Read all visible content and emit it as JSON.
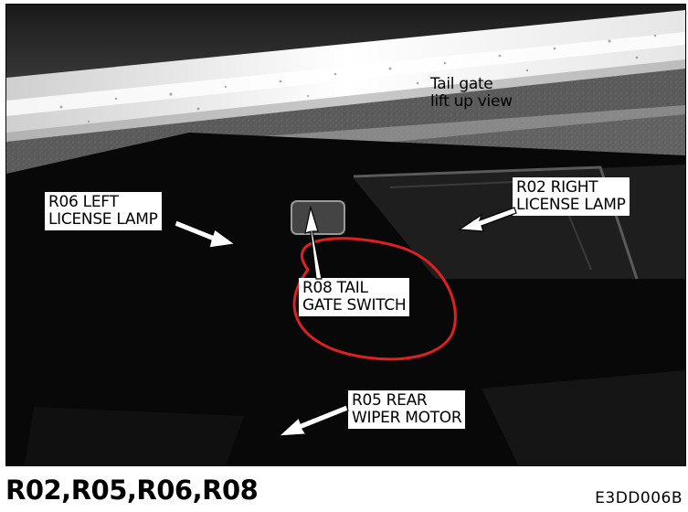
{
  "figure": {
    "view_label": [
      "Tail gate",
      "lift up view"
    ],
    "callouts": [
      {
        "id": "R06",
        "lines": [
          "R06 LEFT",
          "LICENSE LAMP"
        ]
      },
      {
        "id": "R02",
        "lines": [
          "R02 RIGHT",
          "LICENSE LAMP"
        ]
      },
      {
        "id": "R08",
        "lines": [
          "R08 TAIL",
          "GATE SWITCH"
        ]
      },
      {
        "id": "R05",
        "lines": [
          "R05 REAR",
          "WIPER MOTOR"
        ]
      }
    ],
    "highlight_color": "#e02020"
  },
  "caption": "R02,R05,R06,R08",
  "figure_code": "E3DD006B"
}
